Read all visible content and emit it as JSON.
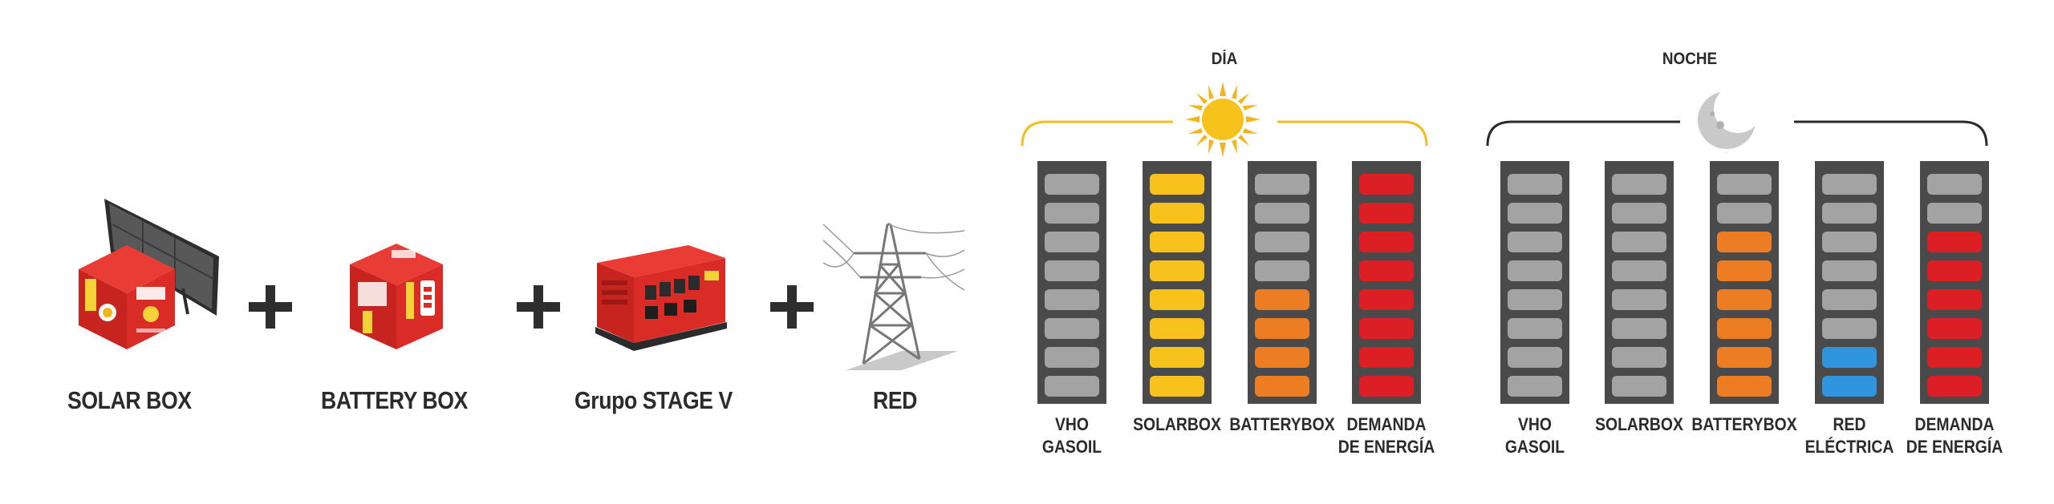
{
  "products": [
    {
      "label": "SOLAR BOX",
      "icon": "solar-box-icon"
    },
    {
      "label": "BATTERY BOX",
      "icon": "battery-box-icon"
    },
    {
      "label": "Grupo STAGE V",
      "icon": "generator-icon"
    },
    {
      "label": "RED",
      "icon": "power-tower-icon"
    }
  ],
  "dia": {
    "title": "DÍA",
    "icon": "sun-icon",
    "bracket_color": "#f2bd1e",
    "columns": [
      {
        "line1": "VHO",
        "line2": "GASOIL",
        "filled": 0,
        "color": "#a3a3a3"
      },
      {
        "line1": "SOLARBOX",
        "line2": "",
        "filled": 8,
        "color": "#f7c21c"
      },
      {
        "line1": "BATTERYBOX",
        "line2": "",
        "filled": 4,
        "color": "#ec7d22"
      },
      {
        "line1": "DEMANDA",
        "line2": "DE ENERGÍA",
        "filled": 8,
        "color": "#dc1f25"
      }
    ]
  },
  "noche": {
    "title": "NOCHE",
    "icon": "moon-icon",
    "bracket_color": "#2b2b2b",
    "columns": [
      {
        "line1": "VHO",
        "line2": "GASOIL",
        "filled": 0,
        "color": "#a3a3a3"
      },
      {
        "line1": "SOLARBOX",
        "line2": "",
        "filled": 0,
        "color": "#a3a3a3"
      },
      {
        "line1": "BATTERYBOX",
        "line2": "",
        "filled": 6,
        "color": "#ec7d22"
      },
      {
        "line1": "RED",
        "line2": "ELÉCTRICA",
        "filled": 2,
        "color": "#2e95de"
      },
      {
        "line1": "DEMANDA",
        "line2": "DE ENERGÍA",
        "filled": 6,
        "color": "#dc1f25"
      }
    ]
  },
  "colors": {
    "empty_cell": "#a3a3a3",
    "column_bg": "#4a4a4a",
    "text": "#2b2b2b"
  }
}
